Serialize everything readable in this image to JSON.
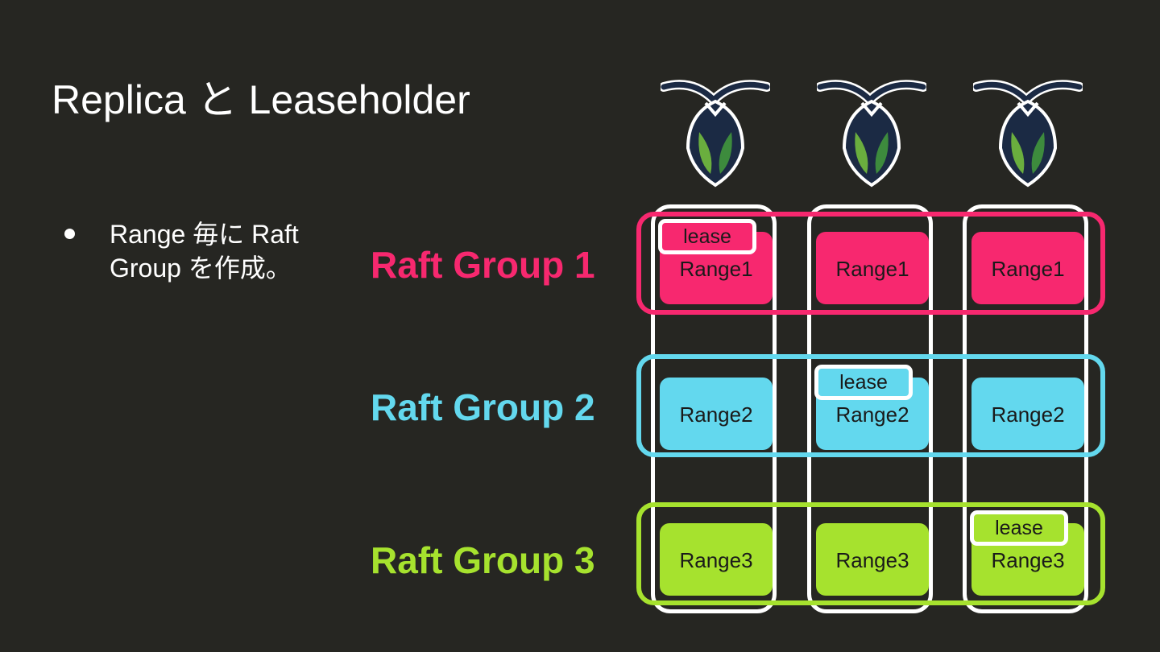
{
  "slide": {
    "title": "Replica と Leaseholder",
    "bullets": [
      "Range 毎に Raft Group を作成。"
    ]
  },
  "diagram": {
    "node_icon": "cockroachdb-logo-icon",
    "groups": [
      {
        "label": "Raft Group 1",
        "color": "#f7286f",
        "range_label": "Range1",
        "leaseholder_node": 1
      },
      {
        "label": "Raft Group 2",
        "color": "#63d8ee",
        "range_label": "Range2",
        "leaseholder_node": 2
      },
      {
        "label": "Raft Group 3",
        "color": "#a6e22e",
        "range_label": "Range3",
        "leaseholder_node": 3
      }
    ],
    "lease_label": "lease",
    "node_count": 3
  }
}
